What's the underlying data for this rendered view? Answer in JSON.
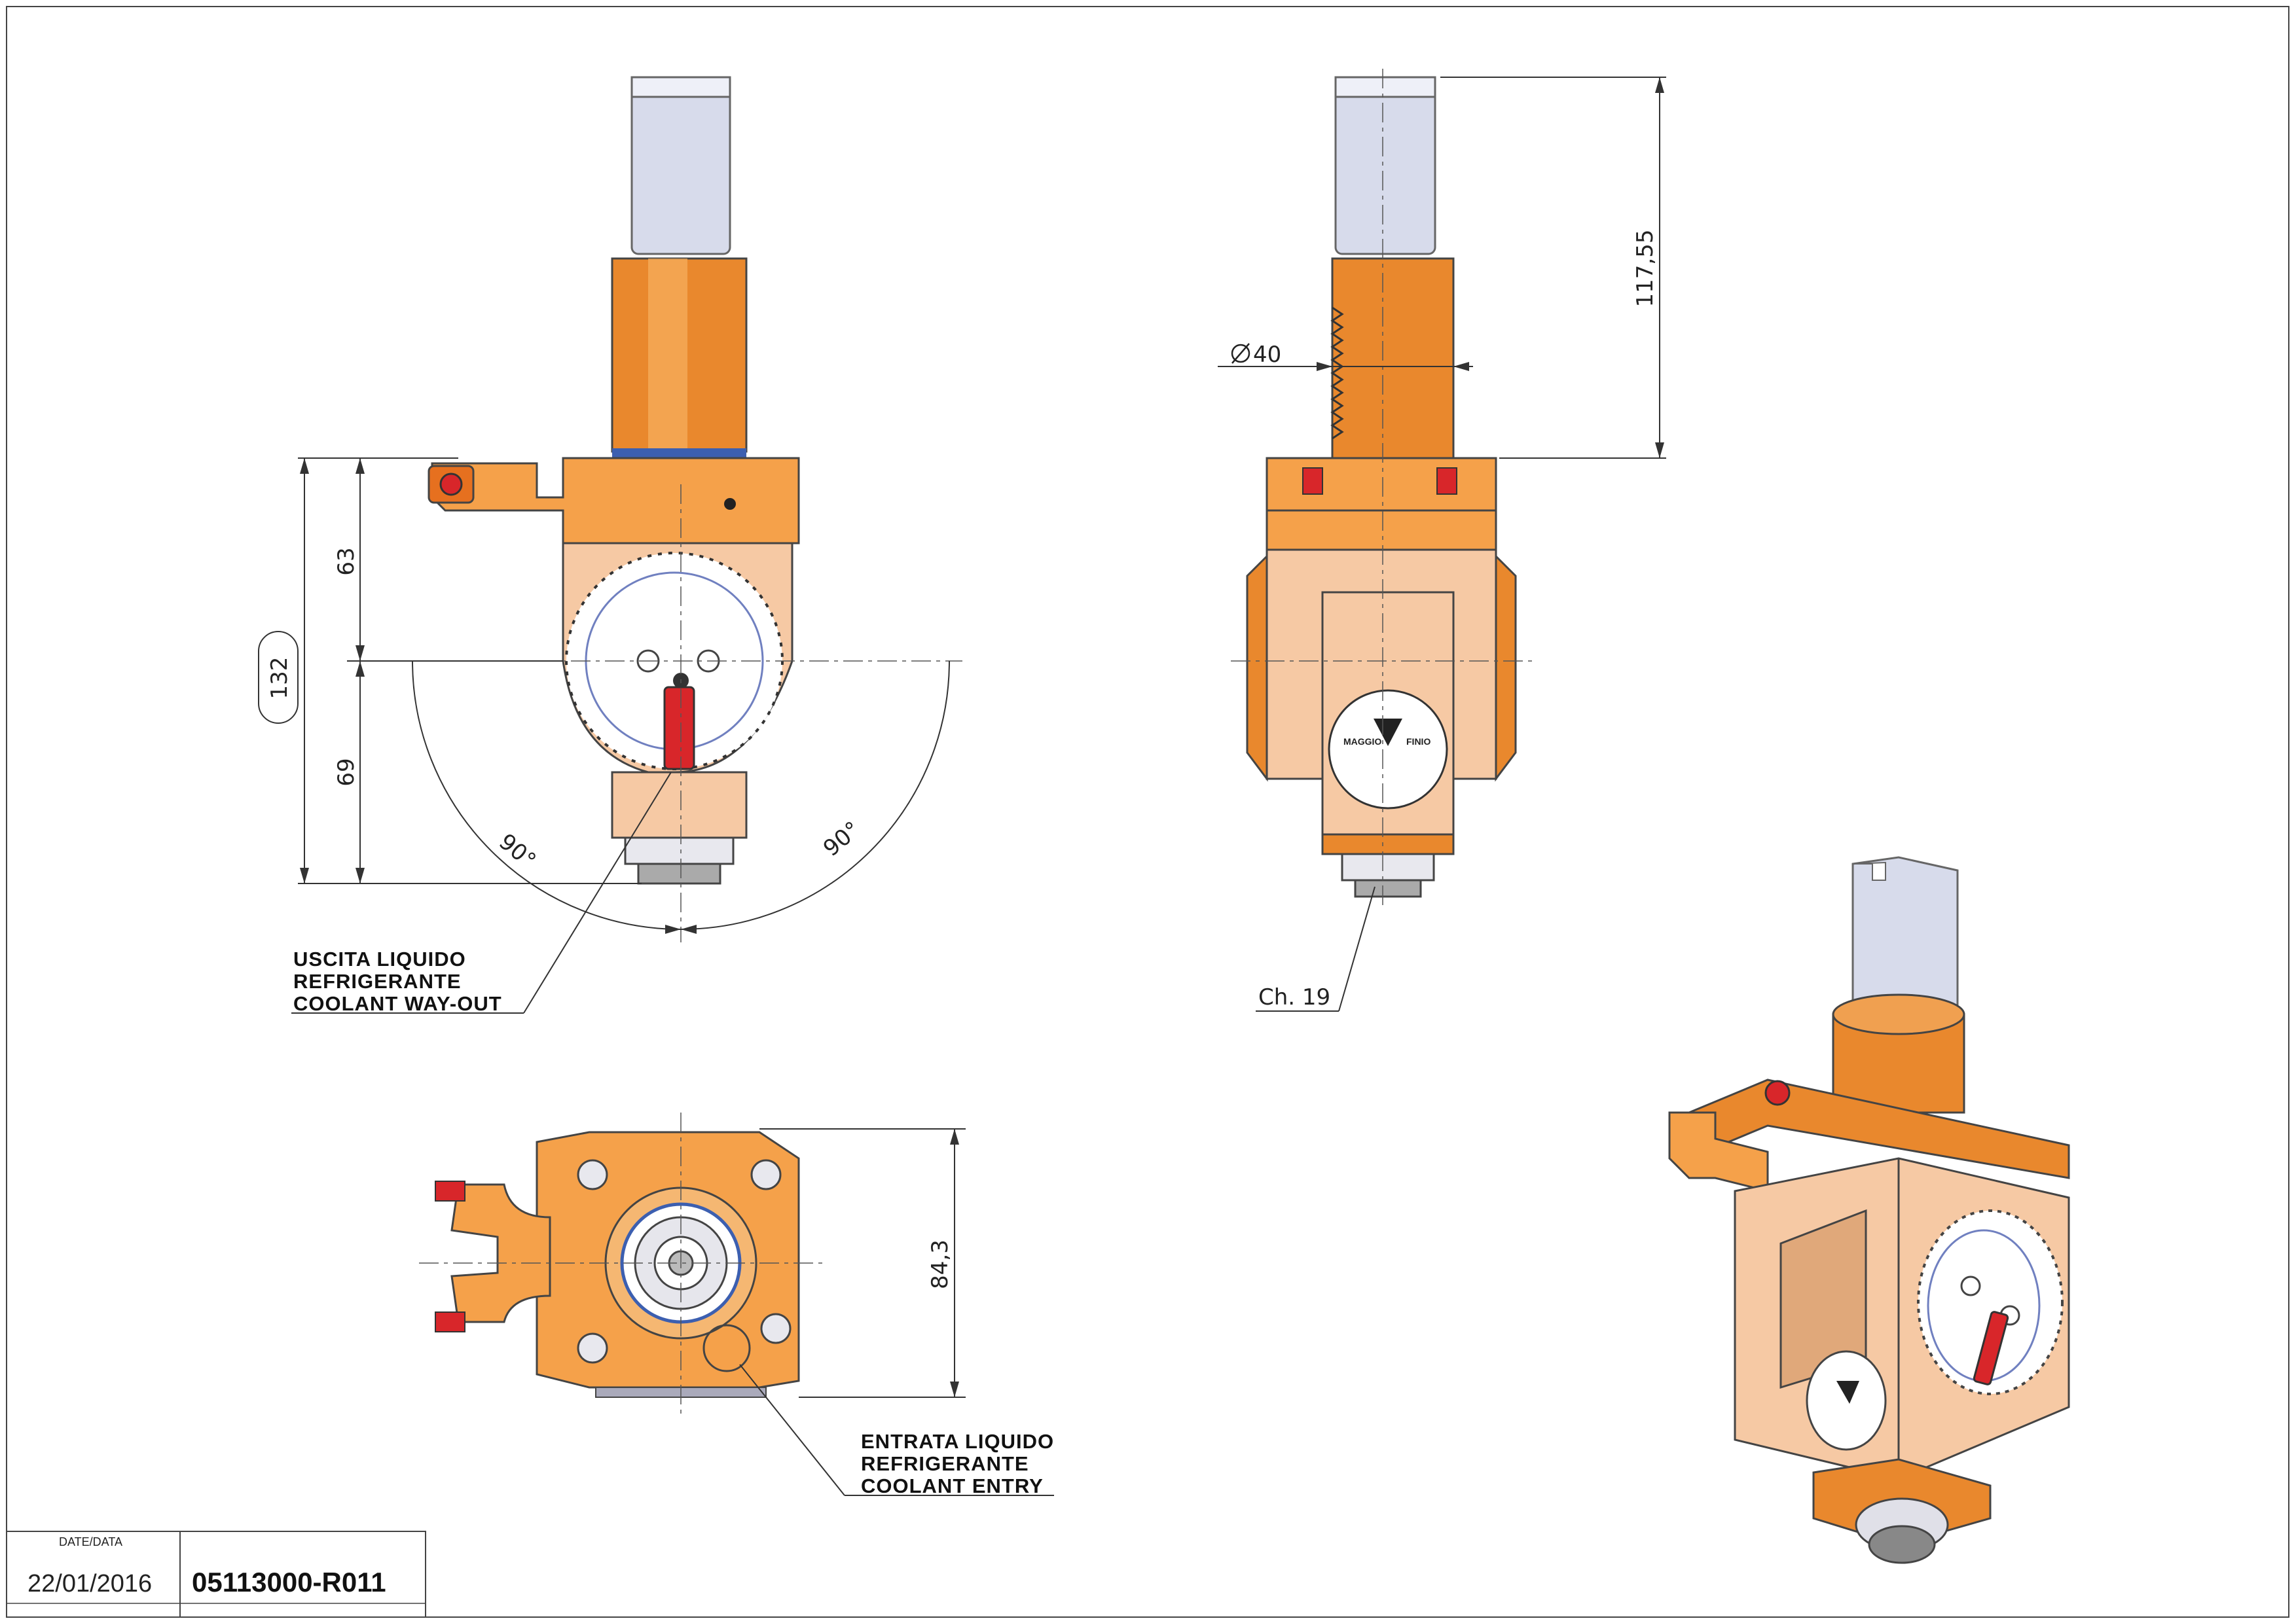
{
  "dimensions": {
    "d132": "132",
    "d63": "63",
    "d69": "69",
    "angle_left": "90°",
    "angle_right": "90°",
    "d117": "117,55",
    "diam40": "40",
    "chamfer": "Ch. 19",
    "d84": "84,3"
  },
  "callouts": {
    "coolant_out": [
      "USCITA LIQUIDO",
      "REFRIGERANTE",
      "COOLANT WAY-OUT"
    ],
    "coolant_in": [
      "ENTRATA LIQUIDO",
      "REFRIGERANTE",
      "COOLANT ENTRY"
    ]
  },
  "logo": {
    "left": "MAGGIO",
    "right": "FINIO"
  },
  "title_block": {
    "date_label": "DATE/DATA",
    "date": "22/01/2016",
    "code": "05113000-R011"
  },
  "colors": {
    "orange": "#f5a14a",
    "orange_dark": "#e9882d",
    "peach": "#f6c9a4",
    "silver": "#d7dbeb",
    "red": "#d8262a"
  }
}
